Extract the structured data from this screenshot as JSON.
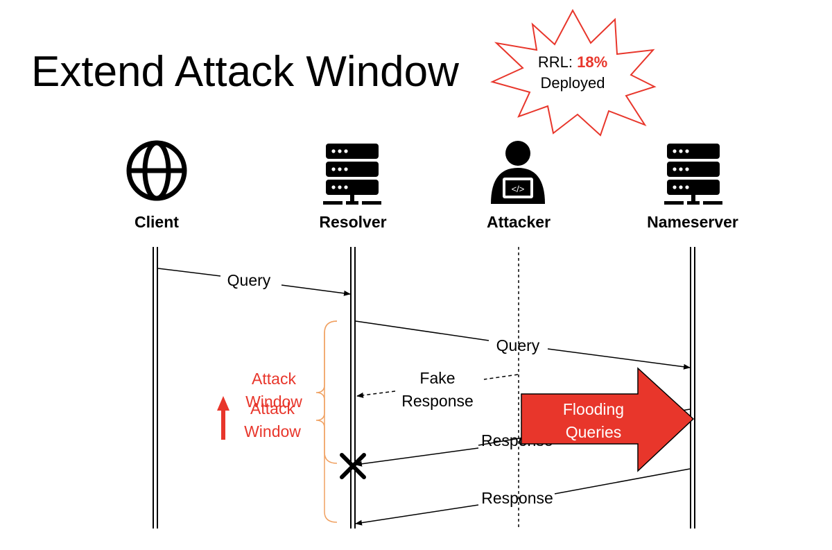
{
  "title": "Extend Attack Window",
  "burst": {
    "prefix": "RRL: ",
    "value": "18%",
    "line2": "Deployed"
  },
  "actors": [
    {
      "label": "Client",
      "icon": "globe-icon"
    },
    {
      "label": "Resolver",
      "icon": "server-icon"
    },
    {
      "label": "Attacker",
      "icon": "hacker-icon"
    },
    {
      "label": "Nameserver",
      "icon": "server-icon"
    }
  ],
  "messages": {
    "query1": "Query",
    "query2": "Query",
    "fake_line1": "Fake",
    "fake_line2": "Response",
    "response1": "Response",
    "response2": "Response"
  },
  "flood": {
    "line1": "Flooding",
    "line2": "Queries"
  },
  "attack_window": {
    "old_line1": "Attack",
    "old_line2": "Window",
    "new_line1": "Attack",
    "new_line2": "Window"
  },
  "colors": {
    "accent": "#e8362b",
    "brace": "#f0a060",
    "ink": "#000000"
  }
}
